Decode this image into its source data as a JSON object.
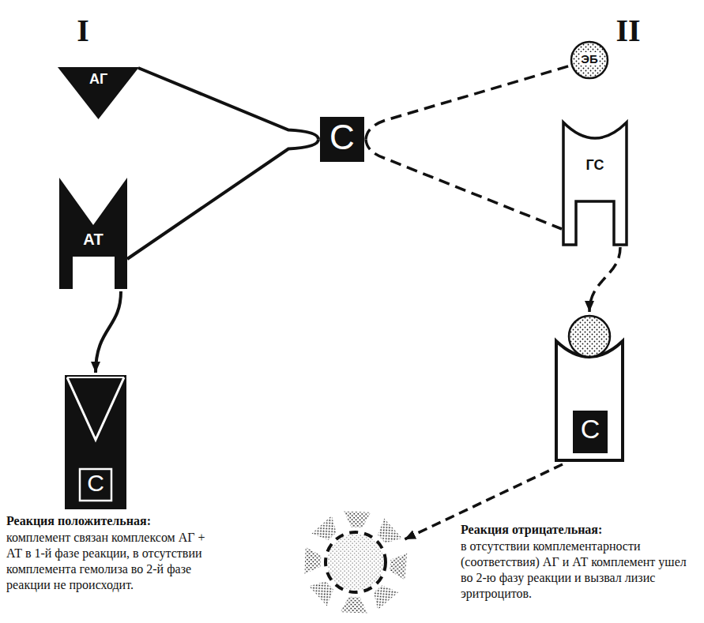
{
  "diagram": {
    "nodes": [
      {
        "text": [
          "АГ"
        ]
      },
      {
        "text": [
          "АТ"
        ]
      },
      {
        "text": [
          "С"
        ]
      },
      {
        "text": [
          "ЭБ"
        ]
      },
      {
        "text": [
          "ГС"
        ]
      },
      {
        "text": [
          "С"
        ]
      },
      {
        "text": [
          "С"
        ]
      }
    ],
    "edges": [
      {
        "from": 0,
        "to": 2,
        "arrow": "none"
      },
      {
        "from": 1,
        "to": 2,
        "arrow": "none"
      },
      {
        "from": 2,
        "to": 3,
        "arrow": "none"
      },
      {
        "from": 2,
        "to": 4,
        "arrow": "none"
      },
      {
        "from": 1,
        "to": 5,
        "arrow": "to"
      },
      {
        "from": 4,
        "to": 6,
        "arrow": "to"
      }
    ],
    "labels": [
      "I",
      "II",
      "Реакция положительная:",
      "комплемент связан комплексом АГ + АТ в 1-й фазе реакции, в отсутствии комплемента гемолиза во 2-й фазе реакции не происходит.",
      "Реакция отрицательная:",
      "в отсутствии комплементарности (соответствия) АГ и АТ комплемент ушел во 2-ю фазу реакции и вызвал лизис эритроцитов."
    ]
  }
}
